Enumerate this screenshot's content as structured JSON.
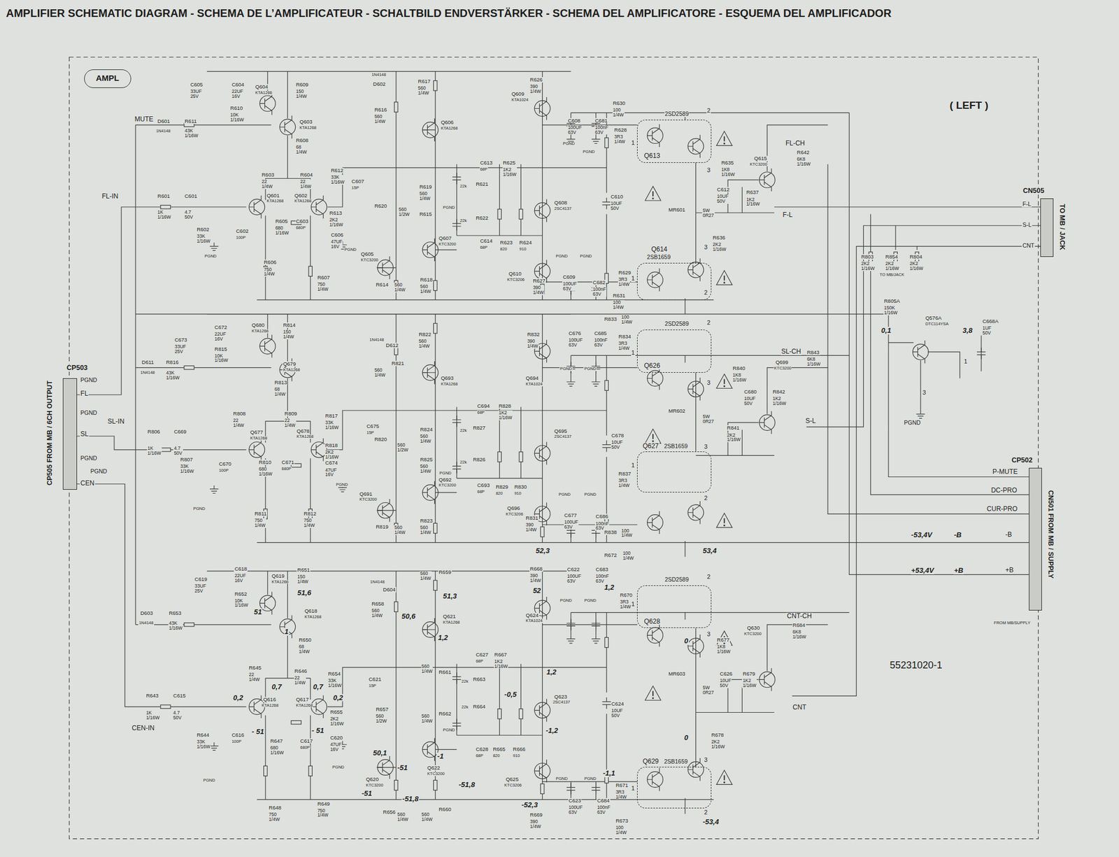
{
  "diagram": {
    "title": "AMPLIFIER SCHEMATIC DIAGRAM - SCHEMA DE L’AMPLIFICATEUR - SCHALTBILD ENDVERSTÄRKER - SCHEMA DEL AMPLIFICATORE - ESQUEMA DEL AMPLIFICADOR",
    "nodes": [
      {
        "text": [
          "AMPL"
        ]
      },
      {
        "text": [
          "CP503",
          "CP505 FROM MB / 6CH OUTPUT"
        ]
      },
      {
        "text": [
          "CN505",
          "TO MB / JACK"
        ]
      },
      {
        "text": [
          "CP502",
          "CN501 FROM MB / SUPPLY"
        ]
      },
      {
        "text": [
          "2SD2589",
          "Q613"
        ]
      },
      {
        "text": [
          "Q614",
          "2SB1659"
        ]
      },
      {
        "text": [
          "2SD2589",
          "Q626"
        ]
      },
      {
        "text": [
          "Q627",
          "2SB1659"
        ]
      },
      {
        "text": [
          "2SD2589",
          "Q628"
        ]
      },
      {
        "text": [
          "Q629",
          "2SB1659"
        ]
      }
    ],
    "edges": [
      {
        "from": 4,
        "to": 5,
        "arrow": "none"
      },
      {
        "from": 6,
        "to": 7,
        "arrow": "none"
      },
      {
        "from": 8,
        "to": 9,
        "arrow": "none"
      }
    ],
    "labels": [
      "( LEFT )",
      "MUTE",
      "D601",
      "1N4148",
      "R611",
      "43K 1/16W",
      "C605",
      "33UF 25V",
      "C604",
      "22UF 16V",
      "R610",
      "10K 1/16W",
      "Q604",
      "KTA1266",
      "R609",
      "150 1/4W",
      "Q603",
      "KTA1268",
      "R608",
      "68 1/4W",
      "R603",
      "22 1/4W",
      "R604",
      "22 1/4W",
      "Q601",
      "KTA1268",
      "Q602",
      "KTA1268",
      "FL-IN",
      "R601",
      "1K 1/16W",
      "C601",
      "4.7 50V",
      "R602",
      "33K 1/16W",
      "C602",
      "100P",
      "R605",
      "680 1/16W",
      "C603",
      "680P",
      "R606",
      "750 1/4W",
      "R607",
      "750 1/4W",
      "R612",
      "33K 1/16W",
      "C607",
      "15P",
      "R613",
      "2K2 1/16W",
      "C606",
      "47UF 16V",
      "PGND",
      "PGND",
      "1N4148",
      "D602",
      "R616",
      "560 1/4W",
      "R617",
      "560 1/4W",
      "Q606",
      "KTA1268",
      "R620",
      "560 1/2W",
      "R619",
      "560 1/4W",
      "R615",
      "22k",
      "R621",
      "C613",
      "68P",
      "R625",
      "1K2 1/16W",
      "PGND",
      "22k",
      "R622",
      "C614",
      "68P",
      "R623",
      "820",
      "R624",
      "910",
      "Q608",
      "2SC4137",
      "Q607",
      "KTC3200",
      "Q605",
      "KTC3200",
      "R614",
      "560 1/4W",
      "R618",
      "560 1/4W",
      "Q610",
      "KTC3206",
      "R627",
      "390 1/4W",
      "PGND",
      "PGND",
      "Q609",
      "KTA1024",
      "R626",
      "390 1/4W",
      "C608",
      "100UF 63V",
      "C681",
      "100nF 63V",
      "PGND",
      "PGND",
      "R630",
      "100 1/4W",
      "R628",
      "3R3 1/4W",
      "C610",
      "10UF 50V",
      "C609",
      "100UF 63V",
      "C682",
      "100nF 63V",
      "R629",
      "3R3 1/4W",
      "R631",
      "100 1/4W",
      "R635",
      "1K8 1/16W",
      "MR601",
      "5W 0R27",
      "C612",
      "10UF 50V",
      "R637",
      "1K2 1/16W",
      "Q615",
      "KTC3200",
      "FL-CH",
      "R642",
      "6K8 1/16W",
      "F-L",
      "R636",
      "2K2 1/16W",
      "2",
      "1",
      "3",
      "3",
      "2",
      "1",
      "D611",
      "1N4148",
      "R816",
      "43K 1/16W",
      "C673",
      "33UF 25V",
      "C672",
      "22UF 16V",
      "R815",
      "10K 1/16W",
      "Q680",
      "KTA1266",
      "R814",
      "150 1/4W",
      "Q679",
      "KTA1268",
      "R813",
      "68 1/4W",
      "R808",
      "22 1/4W",
      "R809",
      "22 1/4W",
      "SL-IN",
      "R806",
      "1K 1/16W",
      "C669",
      "4.7 50V",
      "Q677",
      "KTA1268",
      "Q678",
      "KTA1268",
      "R807",
      "33K 1/16W",
      "C670",
      "100P",
      "R810",
      "680 1/16W",
      "C671",
      "680P",
      "R811",
      "750 1/4W",
      "R812",
      "750 1/4W",
      "PGND",
      "R817",
      "33K 1/16W",
      "C675",
      "15P",
      "R818",
      "2K2 1/16W",
      "C674",
      "47UF 16V",
      "PGND",
      "1N4148",
      "D612",
      "R821",
      "560 1/4W",
      "R822",
      "560 1/4W",
      "Q693",
      "KTA1268",
      "R820",
      "560 1/2W",
      "R824",
      "560 1/4W",
      "C694",
      "68P",
      "R828",
      "1K2 1/16W",
      "22k",
      "R827",
      "22k",
      "R826",
      "PGND",
      "Q695",
      "2SC4137",
      "C693",
      "68P",
      "R829",
      "820",
      "R830",
      "910",
      "Q692",
      "KTC3200",
      "Q691",
      "KTC3200",
      "R825",
      "560 1/4W",
      "R819",
      "560 1/4W",
      "R823",
      "560 1/4W",
      "Q696",
      "KTC3206",
      "R831",
      "390 1/4W",
      "PGND",
      "PGND",
      "C677",
      "100UF 63V",
      "C686",
      "100nF 63V",
      "R832",
      "390 1/4W",
      "Q694",
      "KTA1024",
      "C676",
      "100UF 63V",
      "C685",
      "100nF 63V",
      "PGND",
      "PGND",
      "R833",
      "100 1/4W",
      "R834",
      "3R3 1/4W",
      "C678",
      "10UF 50V",
      "R837",
      "3R3 1/4W",
      "R838",
      "100 1/4W",
      "MR602",
      "5W 0R27",
      "R840",
      "1K8 1/16W",
      "C680",
      "10UF 50V",
      "R842",
      "1K2 1/16W",
      "Q699",
      "KTC3200",
      "SL-CH",
      "R843",
      "6K8 1/16W",
      "S-L",
      "R841",
      "2K2 1/16W",
      "2",
      "1",
      "3",
      "3",
      "2",
      "1",
      "D603",
      "1N4148",
      "R653",
      "43K 1/16W",
      "C619",
      "33UF 25V",
      "C618",
      "22UF 16V",
      "R652",
      "10K 1/16W",
      "Q619",
      "KTA1266",
      "R651",
      "150 1/4W",
      "51,6",
      "51",
      "Q618",
      "KTA1268",
      "1",
      "R650",
      "68 1/4W",
      "R645",
      "22 1/4W",
      "R646",
      "22 1/4W",
      "0,7",
      "0,7",
      "Q616",
      "KTA1268",
      "Q617",
      "KTA1268",
      "0,2",
      "0,2",
      "R643",
      "1K 1/16W",
      "C615",
      "4.7 50V",
      "CEN-IN",
      "R644",
      "33K 1/16W",
      "C616",
      "100P",
      "- 51",
      "- 51",
      "R647",
      "680 1/16W",
      "C617",
      "680P",
      "R654",
      "33K 1/16W",
      "C621",
      "15P",
      "R655",
      "2K2 1/16W",
      "C620",
      "47UF 16V",
      "PGND",
      "PGND",
      "R648",
      "750 1/4W",
      "R649",
      "750 1/4W",
      "1N4148",
      "D604",
      "R658",
      "560 1/4W",
      "R659",
      "560 1/4W",
      "51,3",
      "50,6",
      "Q621",
      "KTA1268",
      "1,2",
      "R657",
      "560 1/2W",
      "R661",
      "560 1/4W",
      "R662",
      "560 1/4W",
      "PGND",
      "C627",
      "68P",
      "R667",
      "1K2 1/16W",
      "22k",
      "R663",
      "22k",
      "R664",
      "1,2",
      "-0,5",
      "Q623",
      "2SC4137",
      "-1,2",
      "C628",
      "68P",
      "R665",
      "820",
      "R666",
      "910",
      "50,1",
      "-51",
      "-1",
      "Q622",
      "KTC3200",
      "Q620",
      "KTC3200",
      "-51",
      "-51,8",
      "R656",
      "560 1/4W",
      "R660",
      "560 1/4W",
      "-51,8",
      "Q625",
      "KTC3206",
      "-52,3",
      "R669",
      "390 1/4W",
      "PGND",
      "PGND",
      "C623",
      "100UF 63V",
      "C684",
      "100nF 63V",
      "52,3",
      "53,4",
      "R668",
      "390 1/4W",
      "52",
      "Q624",
      "KTA1024",
      "C622",
      "100UF 63V",
      "C683",
      "100nF 63V",
      "PGND",
      "PGND",
      "R672",
      "100 1/4W",
      "1,2",
      "R670",
      "3R3 1/4W",
      "C624",
      "10UF 50V",
      "-1,1",
      "R671",
      "3R3 1/4W",
      "R673",
      "100 1/4W",
      "MR603",
      "5W 0R27",
      "0",
      "R677",
      "1K8 1/16W",
      "Q630",
      "KTC3200",
      "CNT-CH",
      "R684",
      "6K8 1/16W",
      "C626",
      "10UF 50V",
      "R679",
      "1K2 1/16W",
      "CNT",
      "R678",
      "2K2 1/16W",
      "0",
      "-53,4",
      "2",
      "1",
      "3",
      "3",
      "2",
      "1",
      "PGND",
      "FL",
      "PGND",
      "SL",
      "PGND",
      "PGND",
      "CEN",
      "F-L",
      "S-L",
      "CNT",
      "R803",
      "2K2 1/16W",
      "R854",
      "2K2 1/16W",
      "R804",
      "2K2 1/16W",
      "TO MB/JACK",
      "R805A",
      "150K 1/16W",
      "0,1",
      "Q576A",
      "DTC114YSA",
      "3,8",
      "C668A",
      "1UF 50V",
      "1",
      "3",
      "PGND",
      "P-MUTE",
      "DC-PRO",
      "CUR-PRO",
      "-53,4V",
      "-B",
      "-B",
      "+53,4V",
      "+B",
      "+B",
      "FROM MB/SUPPLY",
      "55231020-1"
    ]
  }
}
